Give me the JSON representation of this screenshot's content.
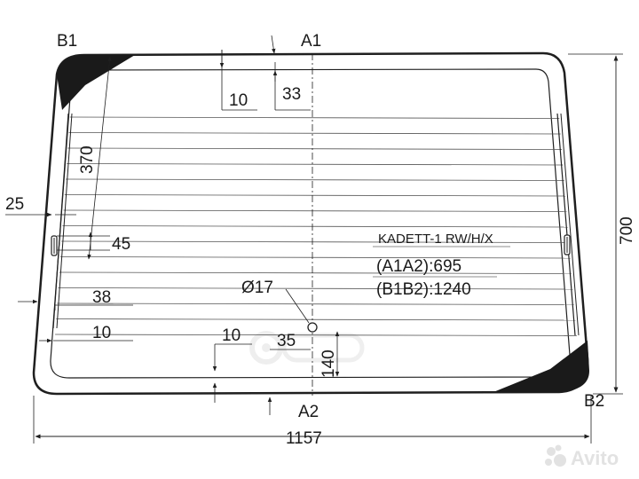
{
  "drawing": {
    "points": {
      "a1": "A1",
      "a2": "A2",
      "b1": "B1",
      "b2": "B2"
    },
    "dimensions": {
      "top_offset": "10",
      "top_edge": "33",
      "defroster_height": "370",
      "side_margin": "25",
      "left_gap": "45",
      "side_offset": "38",
      "bottom_left": "10",
      "bottom_center": "10",
      "center_gap": "35",
      "bottom_height": "140",
      "hole_diameter": "Ø17",
      "overall_height": "700",
      "overall_width": "1157"
    },
    "model_code": "KADETT-1 RW/H/X",
    "spec_a": "(A1A2):695",
    "spec_b": "(B1B2):1240"
  },
  "watermark": {
    "brand": "Avito"
  },
  "colors": {
    "line": "#1f1f1f",
    "grid": "#555555",
    "fill": "#1a1a1a",
    "watermark": "#e2e2e2"
  }
}
